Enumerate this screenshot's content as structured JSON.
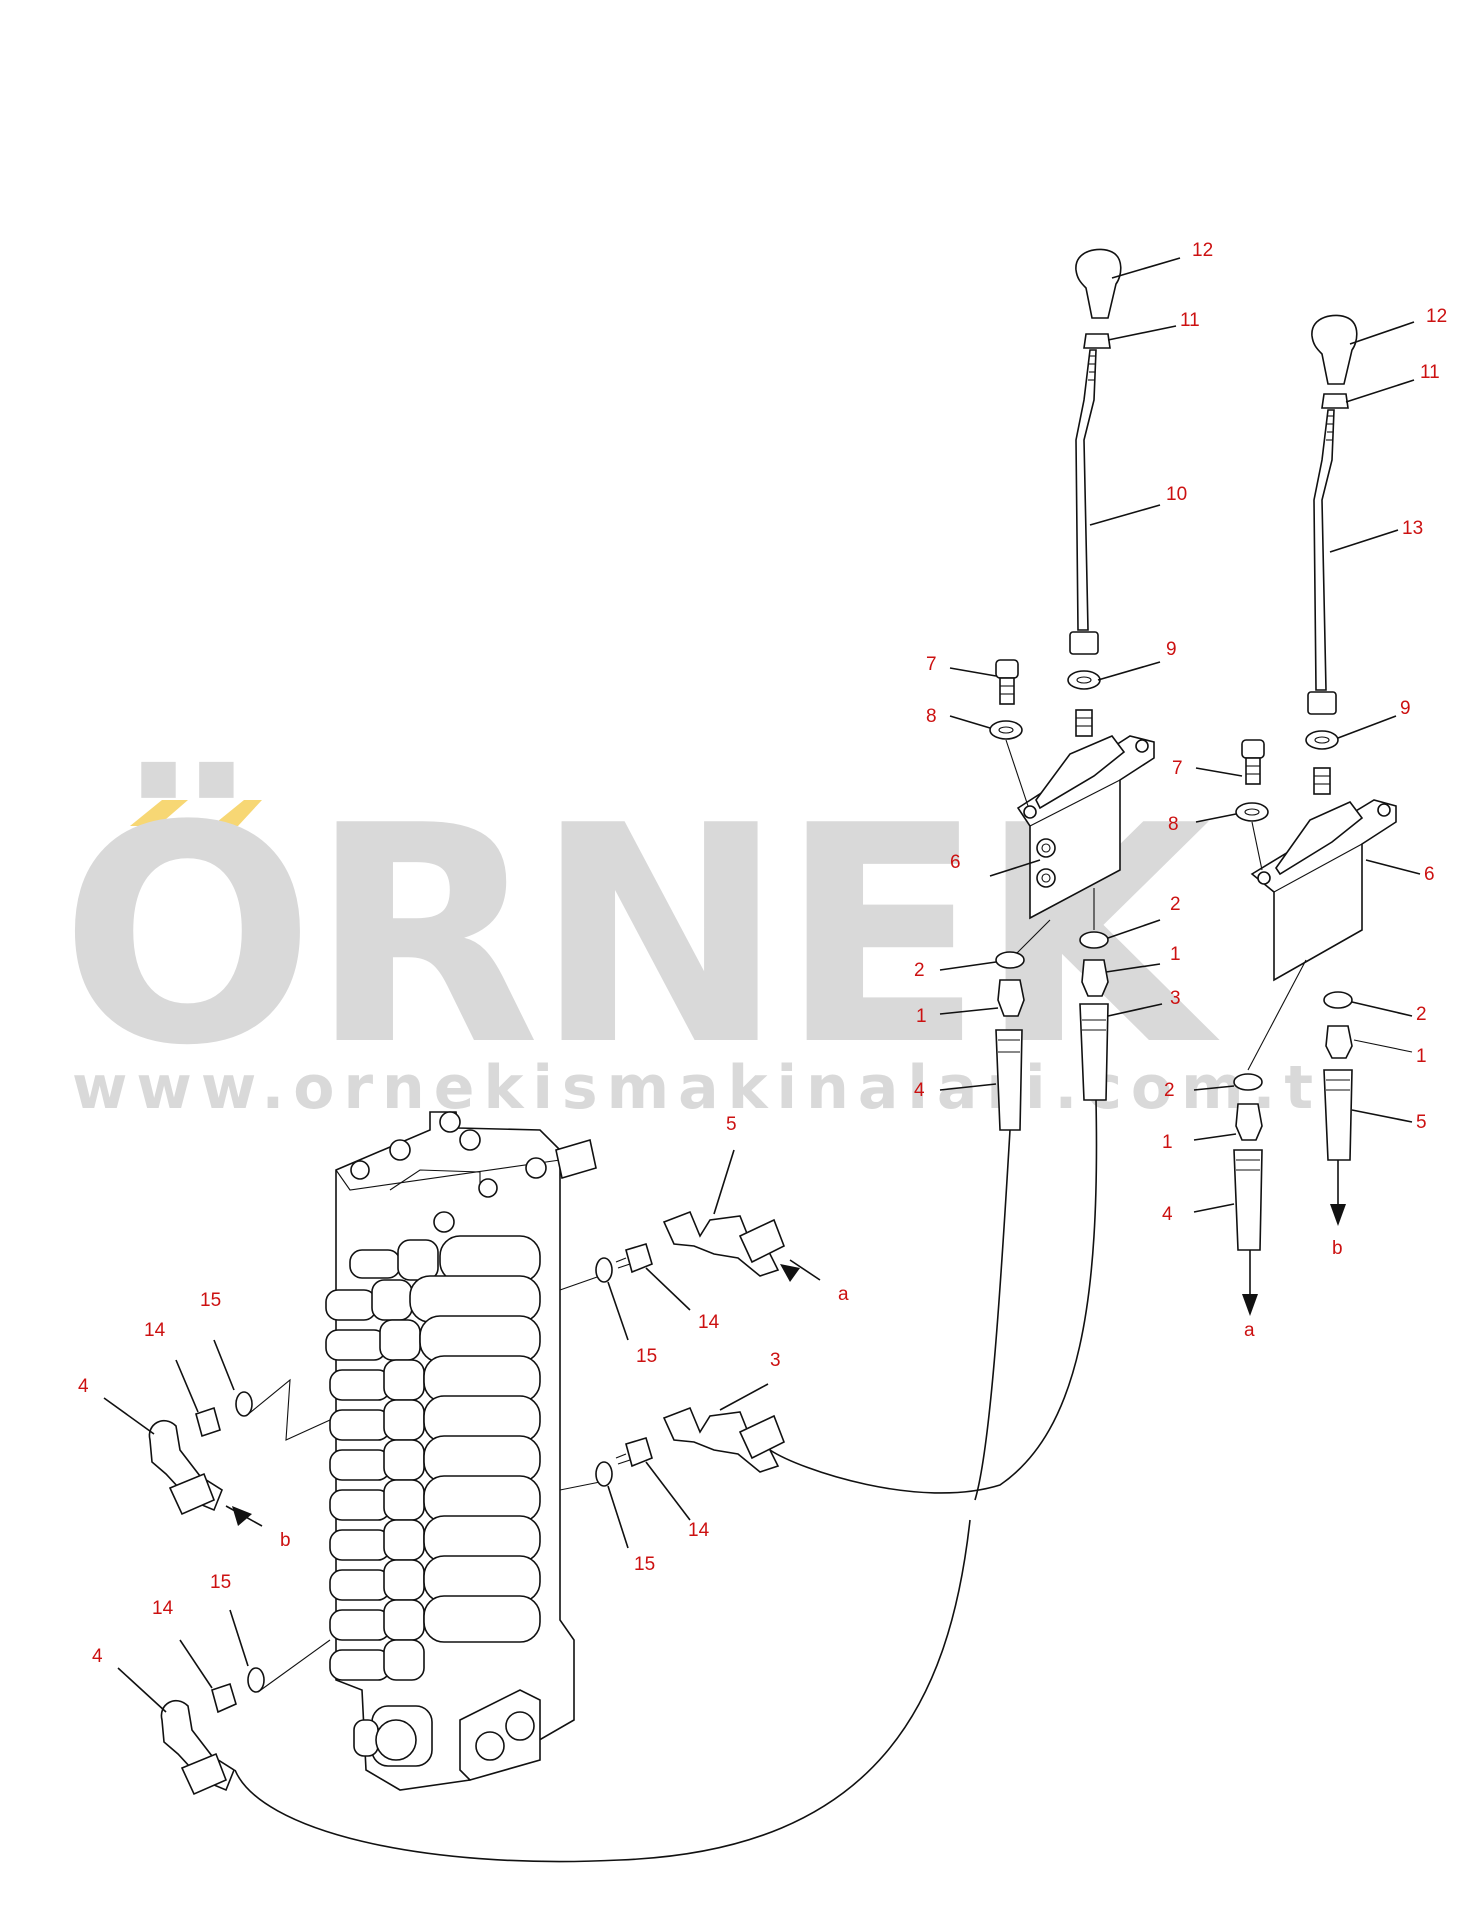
{
  "watermark": {
    "brand": "ÖRNEK",
    "url": "www.ornekismakinalari.com.tr",
    "accent_color": "#f7d774",
    "text_color": "#d9d9d9"
  },
  "callouts": [
    {
      "id": "c12a",
      "label": "12"
    },
    {
      "id": "c11a",
      "label": "11"
    },
    {
      "id": "c10",
      "label": "10"
    },
    {
      "id": "c9a",
      "label": "9"
    },
    {
      "id": "c7a",
      "label": "7"
    },
    {
      "id": "c8a",
      "label": "8"
    },
    {
      "id": "c6a",
      "label": "6"
    },
    {
      "id": "c2a",
      "label": "2"
    },
    {
      "id": "c1a",
      "label": "1"
    },
    {
      "id": "c2b",
      "label": "2"
    },
    {
      "id": "c1b",
      "label": "1"
    },
    {
      "id": "c3a",
      "label": "3"
    },
    {
      "id": "c4a",
      "label": "4"
    },
    {
      "id": "c12b",
      "label": "12"
    },
    {
      "id": "c11b",
      "label": "11"
    },
    {
      "id": "c13",
      "label": "13"
    },
    {
      "id": "c9b",
      "label": "9"
    },
    {
      "id": "c7b",
      "label": "7"
    },
    {
      "id": "c8b",
      "label": "8"
    },
    {
      "id": "c6b",
      "label": "6"
    },
    {
      "id": "c2c",
      "label": "2"
    },
    {
      "id": "c1c",
      "label": "1"
    },
    {
      "id": "c2d",
      "label": "2"
    },
    {
      "id": "c1d",
      "label": "1"
    },
    {
      "id": "c5a",
      "label": "5"
    },
    {
      "id": "c4b",
      "label": "4"
    },
    {
      "id": "c5b",
      "label": "5"
    },
    {
      "id": "c14a",
      "label": "14"
    },
    {
      "id": "c15a",
      "label": "15"
    },
    {
      "id": "c3b",
      "label": "3"
    },
    {
      "id": "c14b",
      "label": "14"
    },
    {
      "id": "c15b",
      "label": "15"
    },
    {
      "id": "c15c",
      "label": "15"
    },
    {
      "id": "c14c",
      "label": "14"
    },
    {
      "id": "c4c",
      "label": "4"
    },
    {
      "id": "c15d",
      "label": "15"
    },
    {
      "id": "c14d",
      "label": "14"
    },
    {
      "id": "c4d",
      "label": "4"
    }
  ],
  "flow_labels": [
    {
      "id": "fa1",
      "label": "a"
    },
    {
      "id": "fb1",
      "label": "b"
    },
    {
      "id": "fa2",
      "label": "a"
    },
    {
      "id": "fb2",
      "label": "b"
    }
  ]
}
